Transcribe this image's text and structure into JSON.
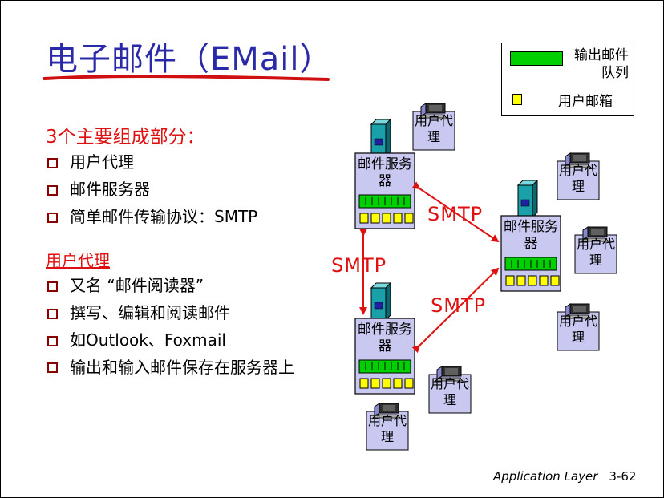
{
  "title": "电子邮件（EMail）",
  "section1": {
    "heading": "3个主要组成部分：",
    "items": [
      "用户代理",
      "邮件服务器",
      "简单邮件传输协议：SMTP"
    ]
  },
  "section2": {
    "heading": "用户代理",
    "items": [
      "又名 “邮件阅读器”",
      "撰写、编辑和阅读邮件",
      "如Outlook、Foxmail",
      "输出和输入邮件保存在服务器上"
    ]
  },
  "legend": {
    "queue_label": "输出邮件队列",
    "mailbox_label": "用户邮箱"
  },
  "diagram": {
    "server_label": "邮件服务器",
    "user_agent_label": "用户代理",
    "protocol_label": "SMTP"
  },
  "colors": {
    "title": "#2a2aa8",
    "accent_red": "#e01010",
    "server_fill": "#c8c8f0",
    "queue_green": "#00d000",
    "mailbox_yellow": "#ffff00"
  },
  "footer": {
    "course": "Application Layer",
    "page": "3-62"
  }
}
